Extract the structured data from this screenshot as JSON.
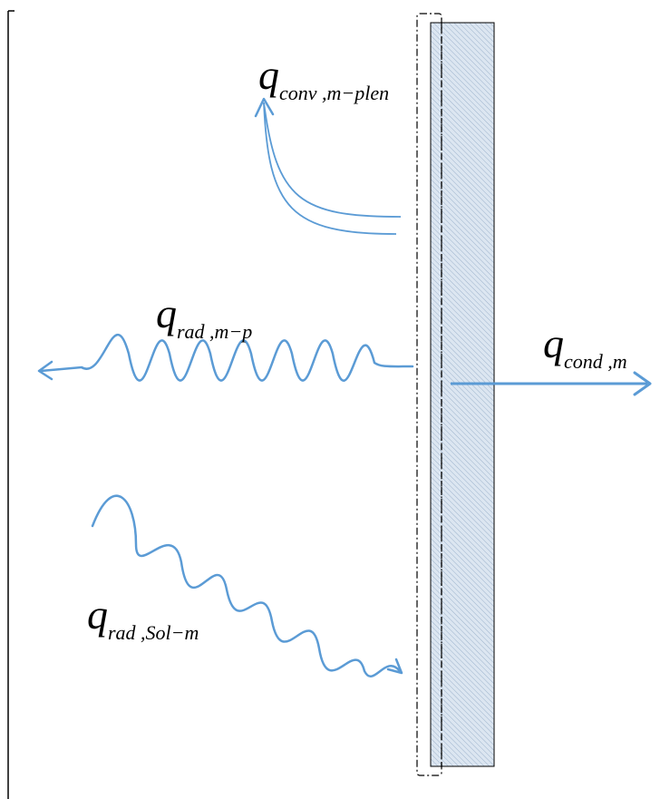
{
  "labels": {
    "conv": {
      "main": "q",
      "sub": "conv ,m−plen"
    },
    "rad_mp": {
      "main": "q",
      "sub": "rad ,m−p"
    },
    "cond": {
      "main": "q",
      "sub": "cond ,m"
    },
    "rad_sol": {
      "main": "q",
      "sub": "rad ,Sol−m"
    }
  },
  "colors": {
    "arrow": "#5b9bd5",
    "wall_fill": "#dce6f1",
    "wall_hatch": "#9db3cc",
    "outline": "#000000"
  }
}
